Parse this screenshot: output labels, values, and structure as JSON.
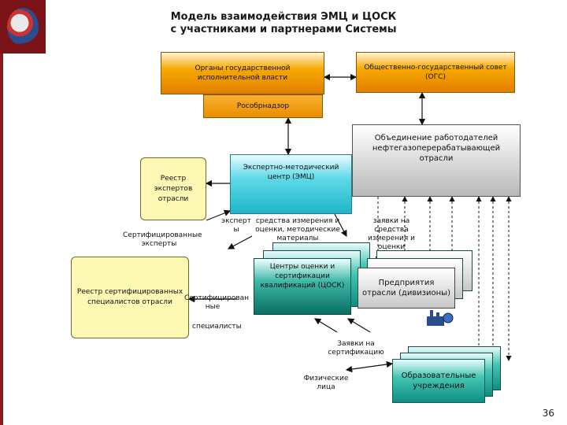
{
  "title_line1": "Модель взаимодействия ЭМЦ и ЦОСК",
  "title_line2": "с участниками и партнерами Системы",
  "nodes": {
    "gov_bodies": "Органы государственной исполнительной власти",
    "public_council": "Общественно-государственный совет (ОГС)",
    "rosobrnadzor": "Рособрнадзор",
    "employers_union": "Объединение работодателей нефтегазоперерабатывающей отрасли",
    "emc": "Экспертно-методический центр (ЭМЦ)",
    "registry_experts": "Реестр экспертов отрасли",
    "registry_specialists": "Реестр сертифицированных специалистов отрасли",
    "centers": "Центры оценки и сертификации квалификаций (ЦОСК)",
    "enterprises": "Предприятия отрасли (дивизионы)",
    "edu": "Образовательные учреждения"
  },
  "labels": {
    "certified_experts": "Сертифицированные эксперты",
    "experts_split": "эксперт ы",
    "measurement_means": "средства измерения и оценки, методические материалы",
    "applications_means": "заявки на средства измерения и оценки",
    "certified_split": "Сертифицирован ные",
    "specialists": "специалисты",
    "applications_cert": "Заявки на сертификацию",
    "individuals": "Физические лица"
  },
  "page_number": "36",
  "colors": {
    "accent_red": "#7a1418",
    "orange": "#f7a900",
    "cyan": "#5ed9e7",
    "teal": "#0c8f84",
    "scroll_yellow": "#fdf8b4"
  }
}
